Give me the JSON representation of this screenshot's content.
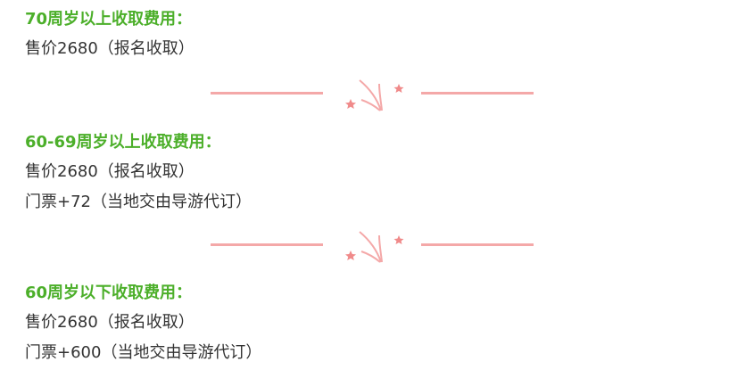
{
  "sections": [
    {
      "heading": "70周岁以上收取费用：",
      "lines": [
        "售价2680（报名收取）"
      ]
    },
    {
      "heading": "60-69周岁以上收取费用：",
      "lines": [
        "售价2680（报名收取）",
        "门票+72（当地交由导游代订）"
      ]
    },
    {
      "heading": "60周岁以下收取费用：",
      "lines": [
        "售价2680（报名收取）",
        "门票+600（当地交由导游代订）"
      ]
    }
  ],
  "colors": {
    "heading": "#4caf2a",
    "body_text": "#333333",
    "divider": "#f4a8a8"
  },
  "icons": {
    "divider_ornament": "firework-stars-icon"
  }
}
